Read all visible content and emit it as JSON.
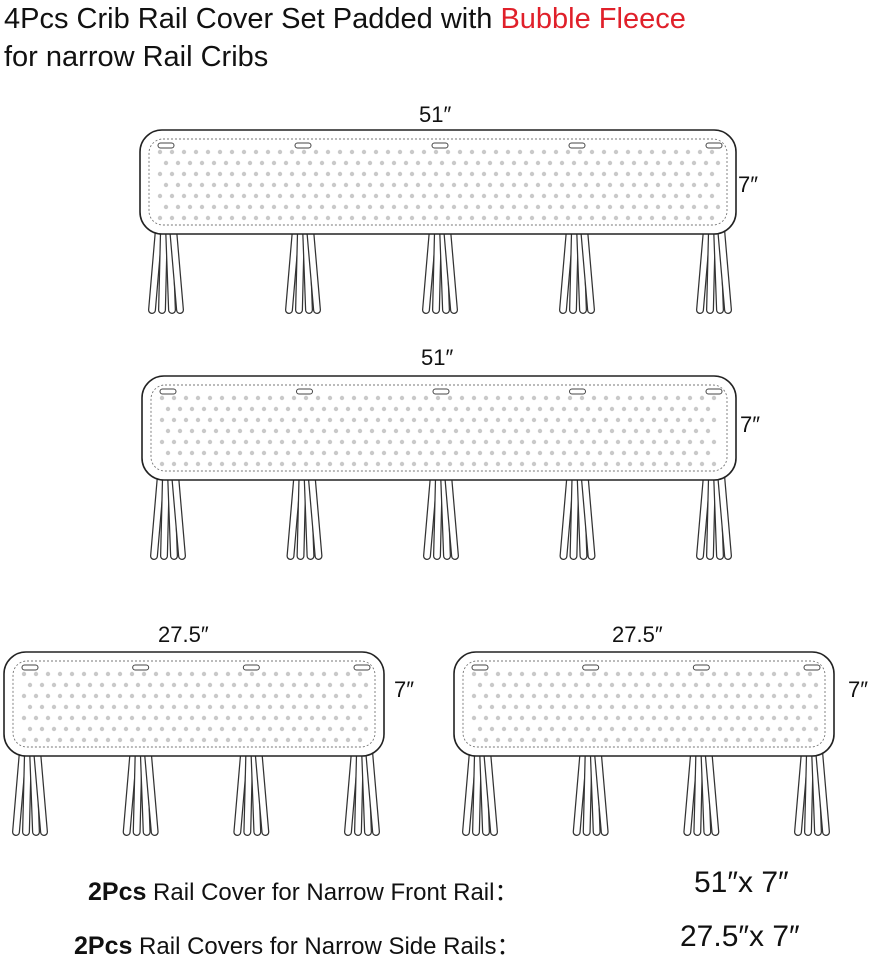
{
  "title": {
    "line1_prefix": "4Pcs Crib Rail Cover Set Padded with ",
    "line1_highlight": "Bubble Fleece",
    "line2": "for narrow Rail Cribs",
    "highlight_color": "#e0202a"
  },
  "pads": [
    {
      "width_label": "51″",
      "height_label": "7″"
    },
    {
      "width_label": "51″",
      "height_label": "7″"
    },
    {
      "width_label": "27.5″",
      "height_label": "7″"
    },
    {
      "width_label": "27.5″",
      "height_label": "7″"
    }
  ],
  "specs": [
    {
      "qty": "2Pcs",
      "desc": " Rail Cover for Narrow Front Rail：",
      "size": "51″x 7″"
    },
    {
      "qty": "2Pcs",
      "desc": " Rail Covers for Narrow Side Rails：",
      "size": "27.5″x 7″"
    }
  ]
}
